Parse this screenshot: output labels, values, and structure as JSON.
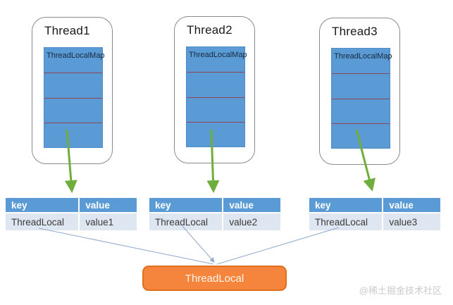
{
  "diagram": {
    "threads": [
      {
        "title": "Thread1",
        "map_label": "ThreadLocalMap"
      },
      {
        "title": "Thread2",
        "map_label": "ThreadLocalMap"
      },
      {
        "title": "Thread3",
        "map_label": "ThreadLocalMap"
      }
    ],
    "tables": [
      {
        "key_header": "key",
        "value_header": "value",
        "key": "ThreadLocal",
        "value": "value1"
      },
      {
        "key_header": "key",
        "value_header": "value",
        "key": "ThreadLocal",
        "value": "value2"
      },
      {
        "key_header": "key",
        "value_header": "value",
        "key": "ThreadLocal",
        "value": "value3"
      }
    ],
    "shared_object_label": "ThreadLocal",
    "watermark": "@稀土掘金技术社区",
    "colors": {
      "table_header_blue": "#5b9bd5",
      "map_box_blue": "#5b9bd5",
      "table_row_bg": "#dee6f1",
      "map_divider_red": "#8e4453",
      "green_arrow": "#6fae3c",
      "connector_blue": "#90a9ce",
      "shared_box_fill": "#f5853c",
      "shared_box_border": "#e0701e"
    }
  }
}
